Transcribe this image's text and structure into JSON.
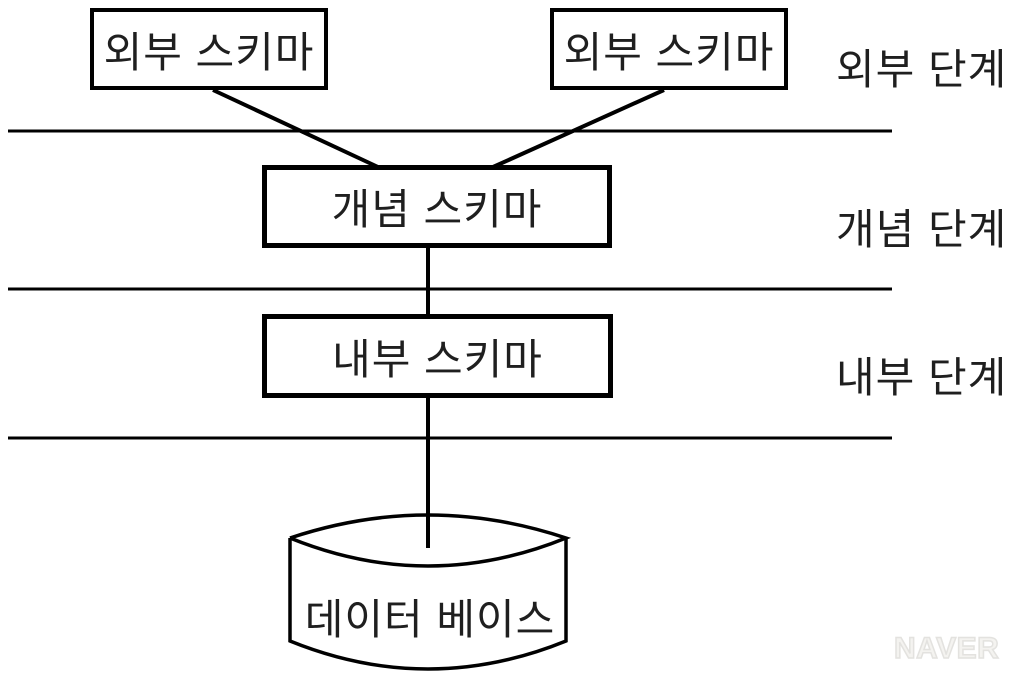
{
  "diagram": {
    "boxes": [
      {
        "id": "external-schema-1",
        "label": "외부 스키마"
      },
      {
        "id": "external-schema-2",
        "label": "외부 스키마"
      },
      {
        "id": "conceptual-schema",
        "label": "개념 스키마"
      },
      {
        "id": "internal-schema",
        "label": "내부 스키마"
      }
    ],
    "level_labels": [
      {
        "id": "external-level",
        "label": "외부 단계"
      },
      {
        "id": "conceptual-level",
        "label": "개념 단계"
      },
      {
        "id": "internal-level",
        "label": "내부 단계"
      }
    ],
    "database_label": "데이터 베이스",
    "watermark": "NAVER",
    "colors": {
      "stroke": "#000000",
      "text": "#1f1f1f",
      "watermark_fill": "#f4f3f0",
      "watermark_outline": "#e3e2df",
      "background": "#ffffff"
    }
  }
}
